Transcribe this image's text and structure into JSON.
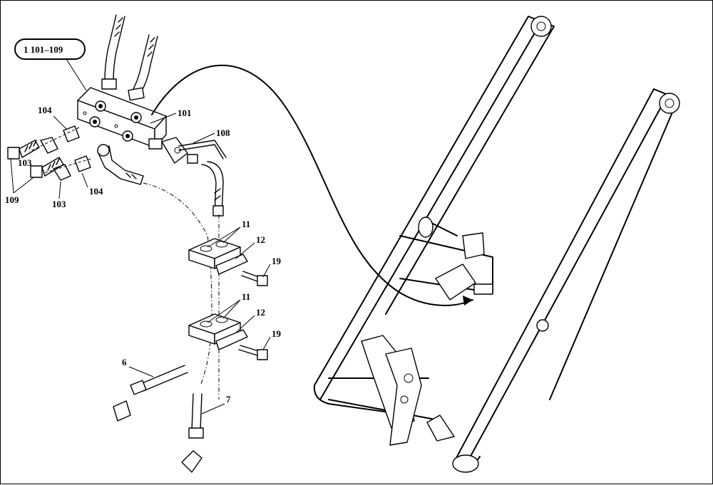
{
  "callout": {
    "text": "1  101–109"
  },
  "labels": {
    "l104a": "104",
    "l101": "101",
    "l108": "108",
    "l103a": "103",
    "l109": "109",
    "l103b": "103",
    "l104b": "104",
    "l11a": "11",
    "l12a": "12",
    "l19a": "19",
    "l11b": "11",
    "l12b": "12",
    "l19b": "19",
    "l6": "6",
    "l7": "7"
  }
}
